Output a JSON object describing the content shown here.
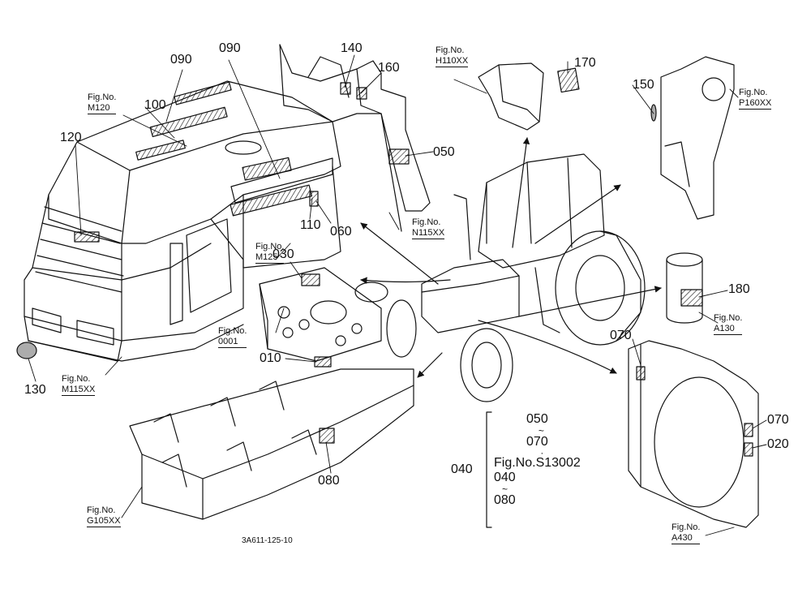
{
  "part_numbers": {
    "p090a": "090",
    "p090b": "090",
    "p100": "100",
    "p120": "120",
    "p140": "140",
    "p160": "160",
    "p170": "170",
    "p150": "150",
    "p050": "050",
    "p110": "110",
    "p060": "060",
    "p030": "030",
    "p010": "010",
    "p180": "180",
    "p070a": "070",
    "p070b": "070",
    "p020": "020",
    "p130": "130",
    "p080": "080"
  },
  "figure_refs": {
    "m120": [
      "Fig.No.",
      "M120"
    ],
    "h110": [
      "Fig.No.",
      "H110XX"
    ],
    "p160": [
      "Fig.No.",
      "P160XX"
    ],
    "n115": [
      "Fig.No.",
      "N115XX"
    ],
    "m125": [
      "Fig.No.",
      "M125"
    ],
    "f0001": [
      "Fig.No.",
      "0001"
    ],
    "a130": [
      "Fig.No.",
      "A130"
    ],
    "m115": [
      "Fig.No.",
      "M115XX"
    ],
    "g105": [
      "Fig.No.",
      "G105XX"
    ],
    "a430": [
      "Fig.No.",
      "A430"
    ]
  },
  "range_note": {
    "label": "040",
    "lines": [
      "050",
      "~",
      "070",
      "·",
      "Fig.No.S13002",
      "040",
      "~",
      "080"
    ]
  },
  "drawing_code": "3A611-125-10"
}
